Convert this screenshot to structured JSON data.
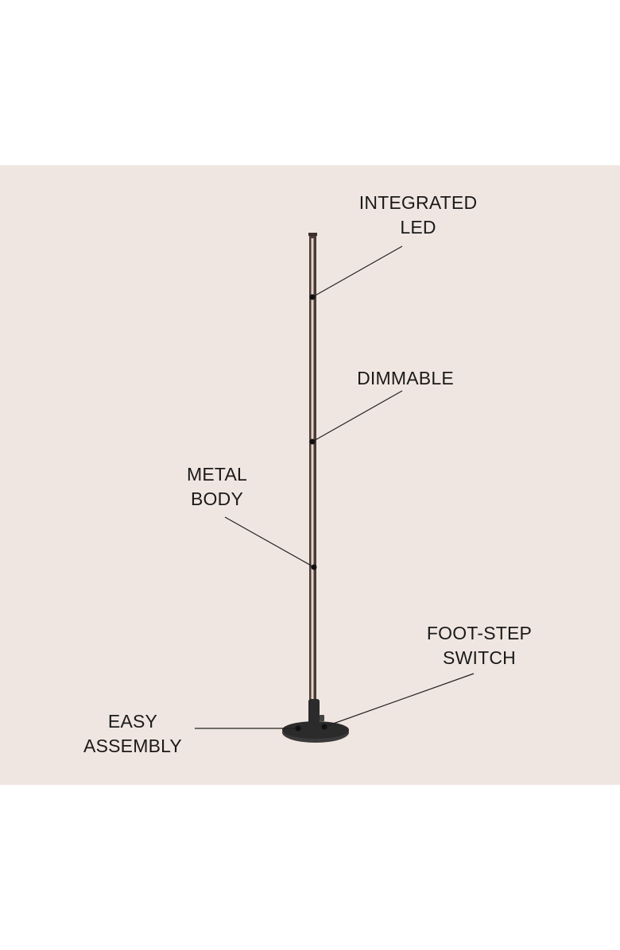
{
  "page": {
    "background": "#ffffff",
    "panel_color": "#f0e6e1"
  },
  "callouts": {
    "integrated_led": {
      "line1": "INTEGRATED",
      "line2": "LED"
    },
    "dimmable": {
      "line1": "DIMMABLE"
    },
    "metal_body": {
      "line1": "METAL",
      "line2": "BODY"
    },
    "foot_step_switch": {
      "line1": "FOOT-STEP",
      "line2": "SWITCH"
    },
    "easy_assembly": {
      "line1": "EASY",
      "line2": "ASSEMBLY"
    }
  },
  "colors": {
    "pole": "#4a3b36",
    "pole_highlight": "#f6e3dc",
    "base": "#2b2b2b",
    "text": "#1a1a1a",
    "leader_line": "#222222"
  }
}
